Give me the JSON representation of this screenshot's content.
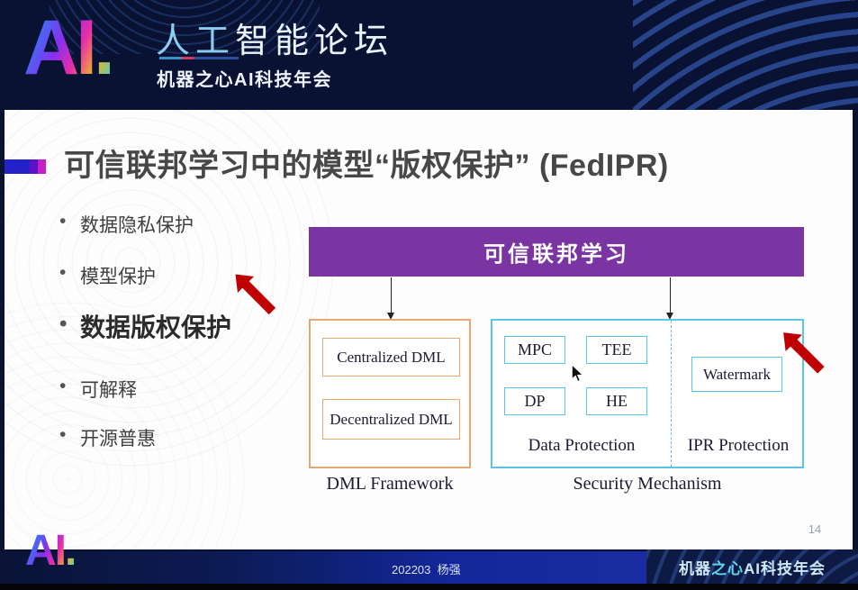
{
  "header": {
    "logo": "AI.",
    "title_part1": "人工",
    "title_part2": "智能论坛",
    "subtitle": "机器之心AI科技年会"
  },
  "slide": {
    "title": "可信联邦学习中的模型“版权保护” (FedIPR)",
    "bullets": [
      {
        "label": "数据隐私保护",
        "emphasis": false
      },
      {
        "label": "模型保护",
        "emphasis": false
      },
      {
        "label": "数据版权保护",
        "emphasis": true
      },
      {
        "label": "可解释",
        "emphasis": false
      },
      {
        "label": "开源普惠",
        "emphasis": false
      }
    ],
    "page_number": "14"
  },
  "diagram": {
    "root_label": "可信联邦学习",
    "dml_group": {
      "boxes": [
        "Centralized DML",
        "Decentralized DML"
      ],
      "caption": "DML Framework"
    },
    "security_group": {
      "data_boxes": [
        "MPC",
        "TEE",
        "DP",
        "HE"
      ],
      "data_caption": "Data Protection",
      "ipr_boxes": [
        "Watermark"
      ],
      "ipr_caption": "IPR Protection",
      "caption": "Security Mechanism"
    }
  },
  "footer": {
    "logo": "AI.",
    "credit": "202203  杨强",
    "brand_part1": "机器",
    "brand_part2": "之心",
    "brand_part3": "AI科技年会"
  },
  "colors": {
    "header_bg": "#0a1233",
    "slide_bg": "#fdfdfd",
    "banner_purple": "#7a35a3",
    "dml_border": "#e6a86e",
    "security_border": "#58c6e6",
    "arrow_red": "#c00000",
    "footer_blue": "#1a2ca1",
    "title_text": "#474747"
  }
}
